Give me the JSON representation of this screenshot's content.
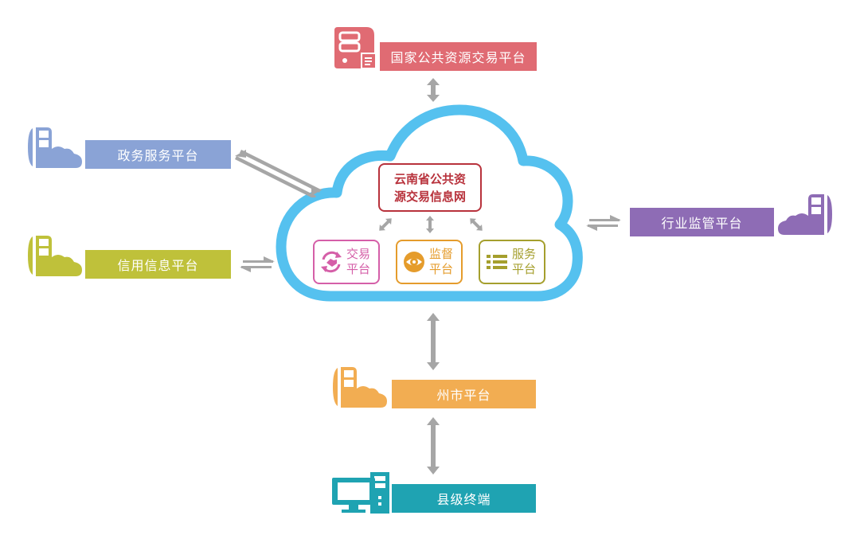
{
  "colors": {
    "national": "#e06b73",
    "gov": "#8aa3d6",
    "credit": "#bfc13a",
    "industry": "#8e6cb5",
    "city": "#f2ad52",
    "county": "#1fa3b2",
    "cloud": "#55c1ef",
    "core": "#b8323c",
    "trade": "#d55fa8",
    "supervise": "#e59c2c",
    "service": "#a59f2d",
    "arrow": "#a6a6a6"
  },
  "nodes": {
    "national": {
      "label": "国家公共资源交易平台",
      "icon": "server-document-icon"
    },
    "gov": {
      "label": "政务服务平台",
      "icon": "server-cloud-icon"
    },
    "credit": {
      "label": "信用信息平台",
      "icon": "server-cloud-icon"
    },
    "industry": {
      "label": "行业监管平台",
      "icon": "server-cloud-icon"
    },
    "city": {
      "label": "州市平台",
      "icon": "server-cloud-icon"
    },
    "county": {
      "label": "县级终端",
      "icon": "desktop-computer-icon"
    }
  },
  "cloud": {
    "core": {
      "line1": "云南省公共资",
      "line2": "源交易信息网"
    },
    "modules": [
      {
        "line1": "交易",
        "line2": "平台",
        "icon": "handshake-icon"
      },
      {
        "line1": "监督",
        "line2": "平台",
        "icon": "eye-icon"
      },
      {
        "line1": "服务",
        "line2": "平台",
        "icon": "list-icon"
      }
    ]
  }
}
